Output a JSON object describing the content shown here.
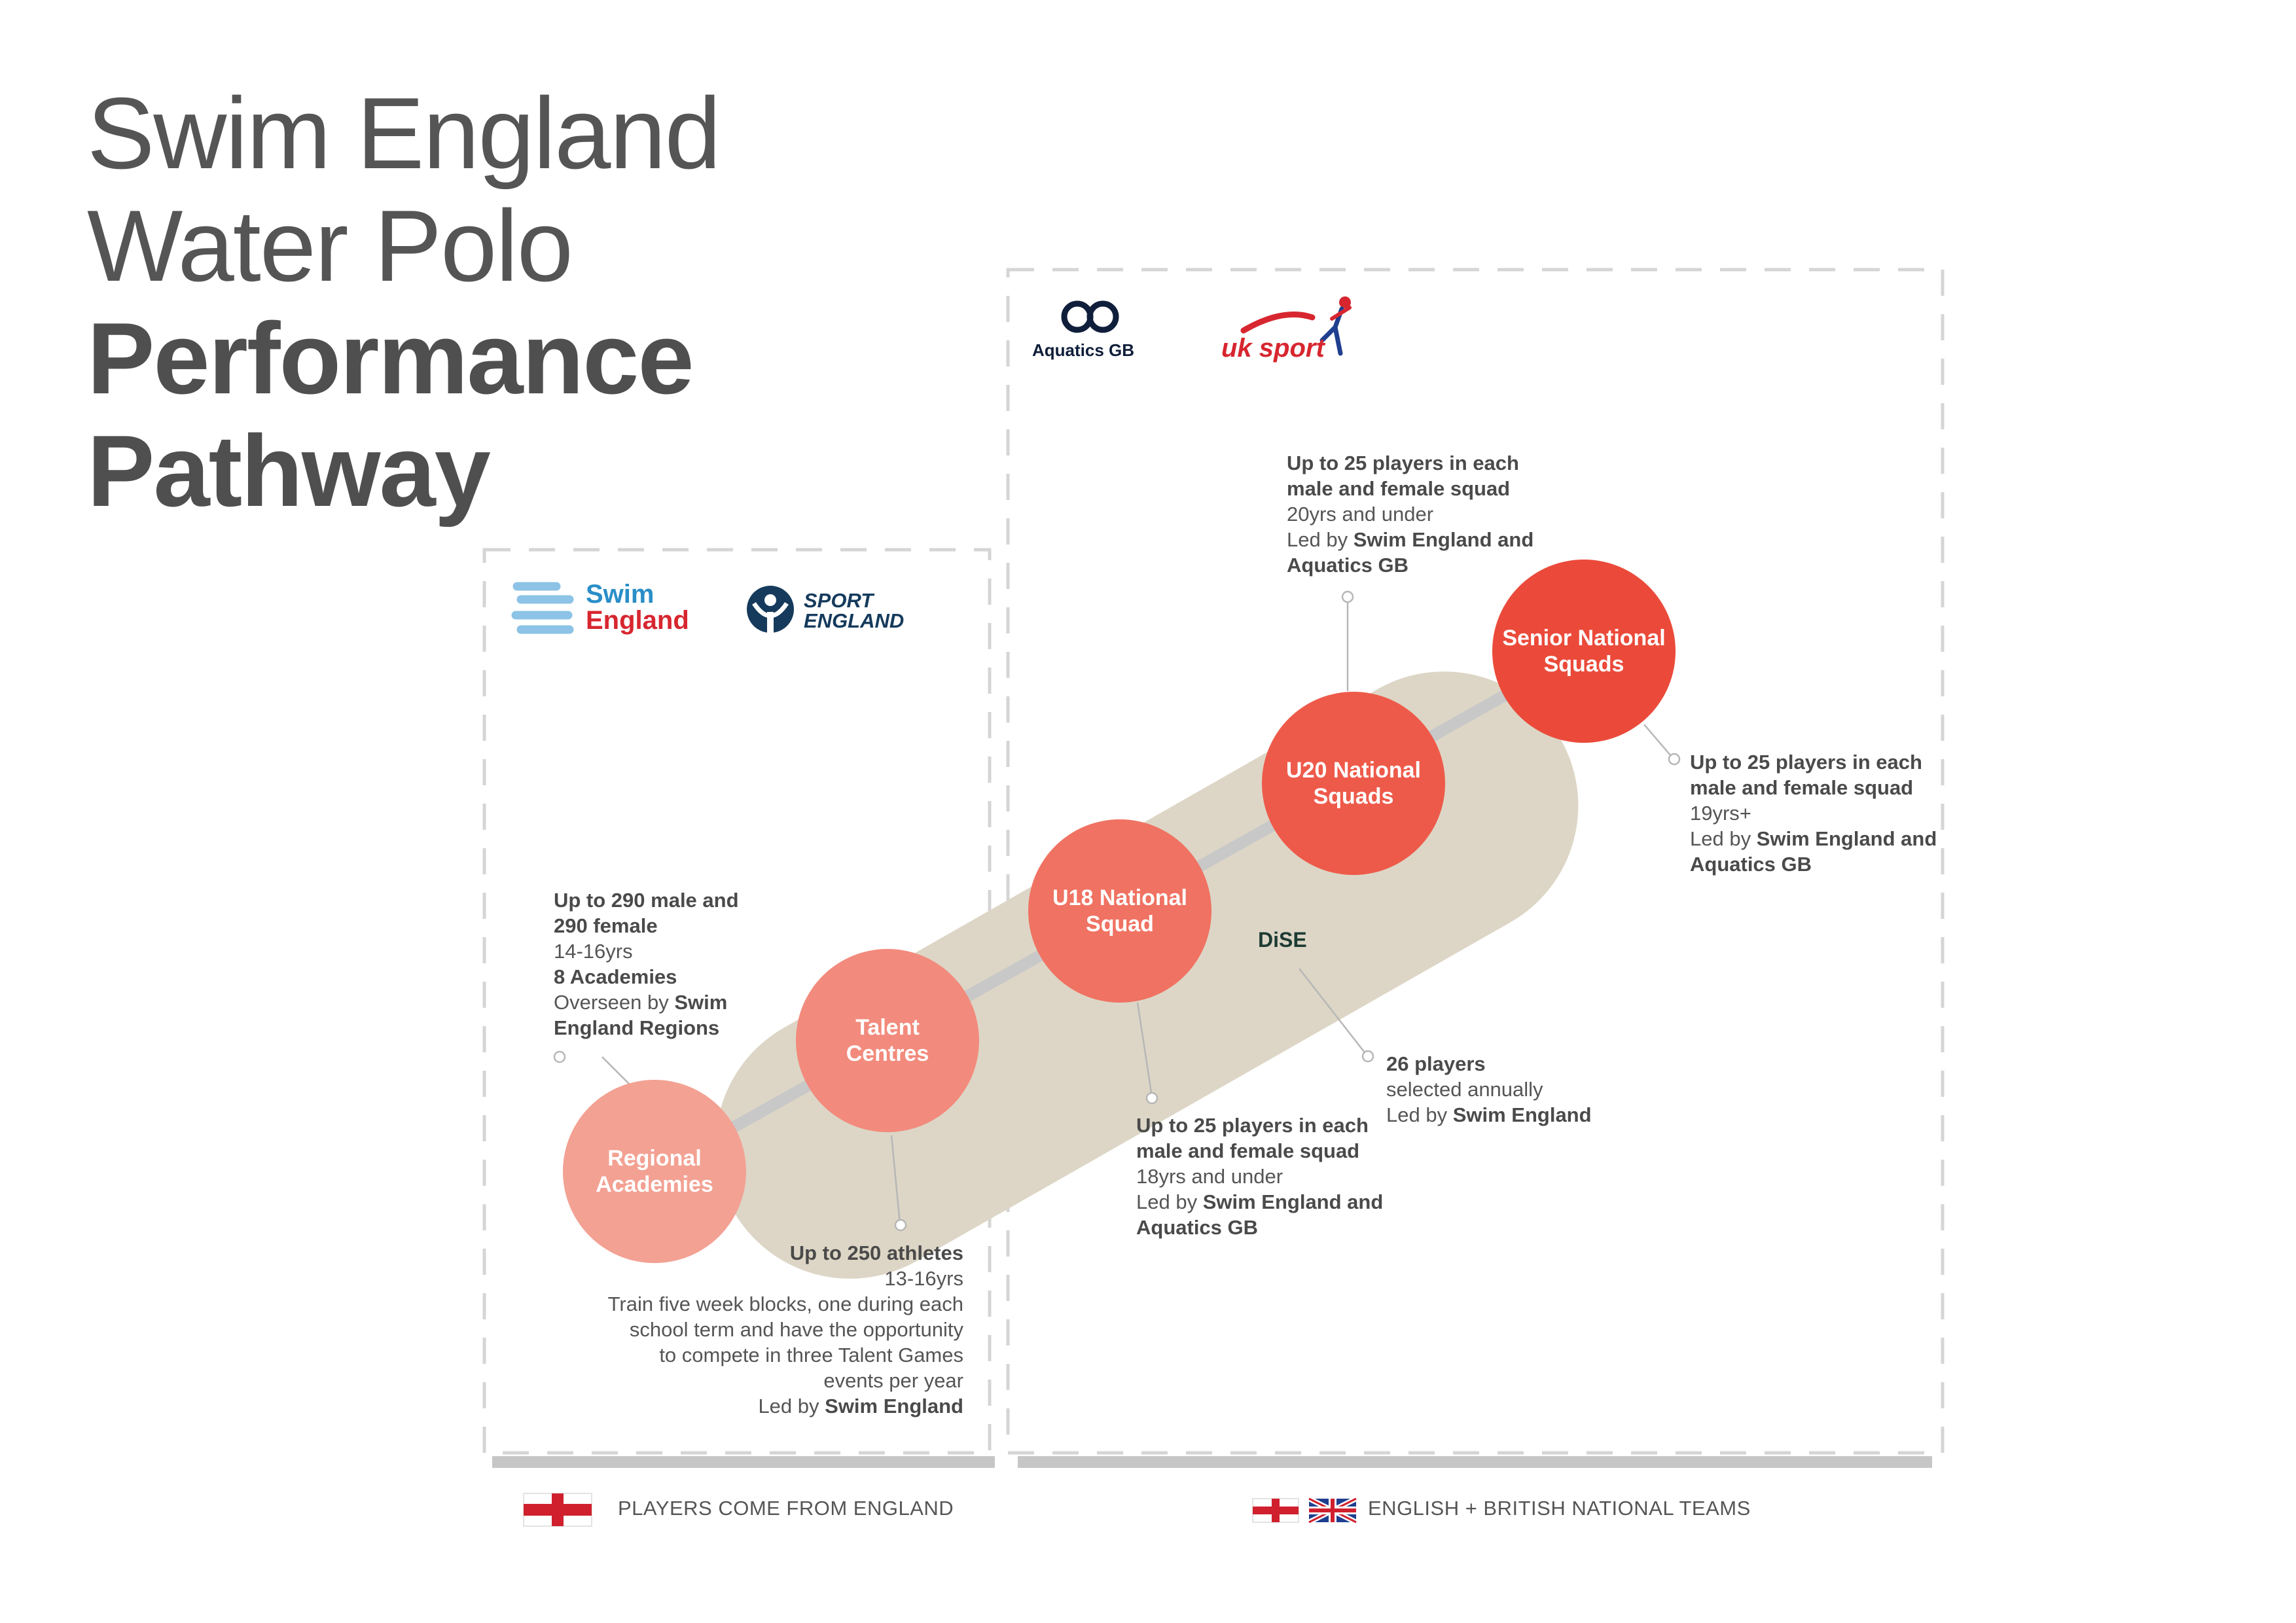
{
  "title": {
    "line1": "Swim England",
    "line2": "Water Polo",
    "line3": "Performance",
    "line4": "Pathway"
  },
  "logos": {
    "swim_england_line1": "Swim",
    "swim_england_line2": "England",
    "sport_england_line1": "SPORT",
    "sport_england_line2": "ENGLAND",
    "aquatics_gb_mark": "GB",
    "aquatics_gb": "Aquatics GB",
    "uk_sport": "uk sport"
  },
  "stages": [
    {
      "line1": "Regional",
      "line2": "Academies"
    },
    {
      "line1": "Talent",
      "line2": "Centres"
    },
    {
      "line1": "U18 National",
      "line2": "Squad"
    },
    {
      "line1": "U20 National",
      "line2": "Squads"
    },
    {
      "line1": "Senior National",
      "line2": "Squads"
    }
  ],
  "dise_label": "DiSE",
  "info": {
    "regional": {
      "l1": "Up to 290 male and",
      "l2": "290 female",
      "l3": "14-16yrs",
      "l4": "8 Academies",
      "l5a": "Overseen by ",
      "l5b": "Swim",
      "l6": "England Regions"
    },
    "talent": {
      "l1": "Up to 250 athletes",
      "l2": "13-16yrs",
      "l3": "Train five week blocks, one during each",
      "l4": "school term and have the opportunity",
      "l5": "to compete in three Talent Games",
      "l6": "events per year",
      "l7a": "Led by ",
      "l7b": "Swim England"
    },
    "u18": {
      "l1": "Up to 25 players in each",
      "l2": "male and female squad",
      "l3": "18yrs and under",
      "l4a": "Led by ",
      "l4b": "Swim England and",
      "l5": "Aquatics GB"
    },
    "dise": {
      "l1": "26 players",
      "l2": "selected annually",
      "l3a": "Led by ",
      "l3b": "Swim England"
    },
    "u20": {
      "l1": "Up to 25 players in each",
      "l2": "male and female squad",
      "l3": "20yrs and under",
      "l4a": "Led by ",
      "l4b": "Swim England and",
      "l5": "Aquatics GB"
    },
    "senior": {
      "l1": "Up to 25 players in each",
      "l2": "male and female squad",
      "l3": "19yrs+",
      "l4a": "Led by ",
      "l4b": "Swim England and",
      "l5": "Aquatics GB"
    }
  },
  "legend": {
    "left": "PLAYERS COME FROM ENGLAND",
    "right": "ENGLISH + BRITISH NATIONAL TEAMS"
  },
  "colors": {
    "regional": "#f3a193",
    "talent": "#f28b7d",
    "u18": "#f07262",
    "u20": "#ee5a4a",
    "senior": "#eb4a3a",
    "dise_band": "#ddd6c6",
    "connector": "#c8c8c8"
  }
}
